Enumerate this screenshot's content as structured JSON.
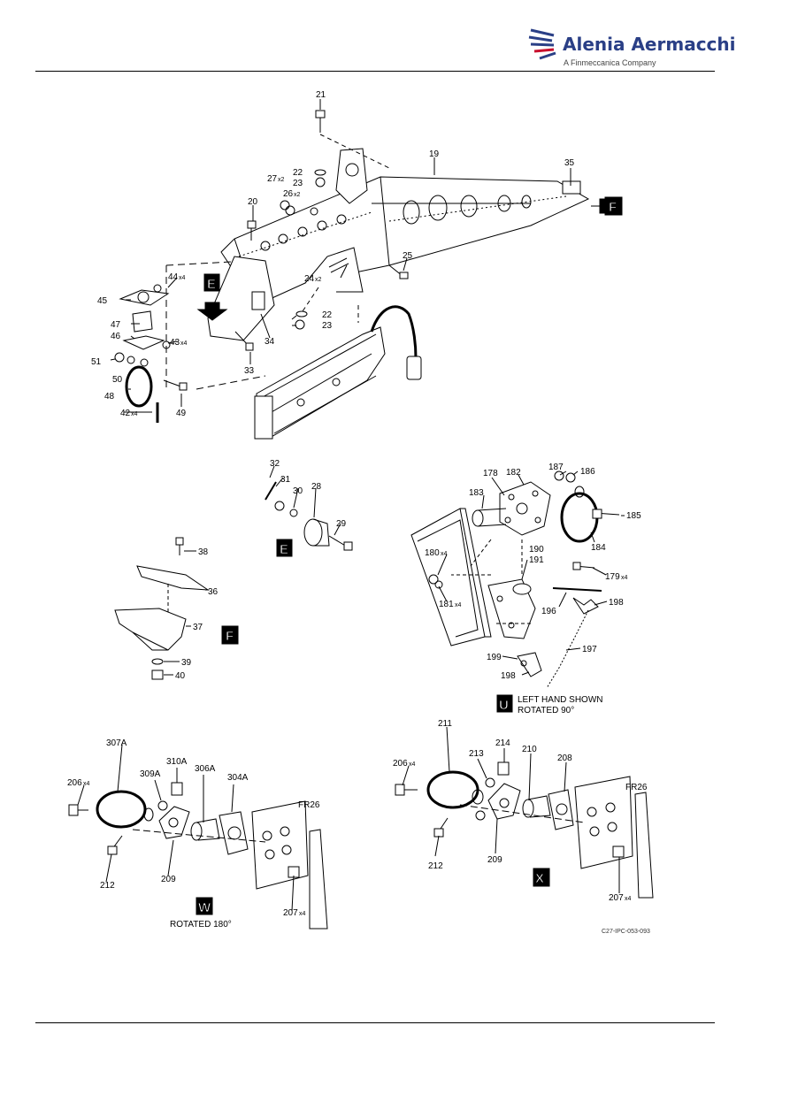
{
  "header": {
    "company_name": "Alenia Aermacchi",
    "company_subtitle": "A Finmeccanica Company",
    "brand_color": "#2a3f86",
    "accent_color": "#c8102e"
  },
  "figure_reference": "C27-IPC-053-093",
  "view_markers": [
    "E",
    "F",
    "E",
    "F",
    "U",
    "W",
    "X"
  ],
  "captions": {
    "u_line1": "LEFT HAND SHOWN",
    "u_line2": "ROTATED 90°",
    "w_line1": "ROTATED 180°",
    "fr26": "FR26"
  },
  "callouts": {
    "main": [
      "21",
      "19",
      "35",
      "22",
      "23",
      "27",
      "26",
      "20",
      "25",
      "24",
      "45",
      "44",
      "47",
      "46",
      "43",
      "51",
      "50",
      "48",
      "49",
      "42",
      "22",
      "23",
      "34",
      "33"
    ],
    "view_e": [
      "32",
      "31",
      "30",
      "28",
      "29"
    ],
    "view_f": [
      "38",
      "36",
      "37",
      "39",
      "40"
    ],
    "view_u": [
      "187",
      "186",
      "178",
      "182",
      "183",
      "185",
      "184",
      "190",
      "191",
      "180",
      "179",
      "181",
      "196",
      "198",
      "197",
      "199",
      "198"
    ],
    "view_w": [
      "307A",
      "310A",
      "309A",
      "306A",
      "304A",
      "206",
      "FR26",
      "212",
      "209",
      "207"
    ],
    "view_x": [
      "211",
      "214",
      "213",
      "210",
      "208",
      "206",
      "FR26",
      "212",
      "209",
      "207"
    ]
  },
  "quantities": {
    "27": "x2",
    "26": "x2",
    "44": "x4",
    "43": "x4",
    "42": "x4",
    "24": "x2",
    "180": "x4",
    "179": "x4",
    "181": "x4",
    "206": "x4",
    "207": "x4"
  }
}
